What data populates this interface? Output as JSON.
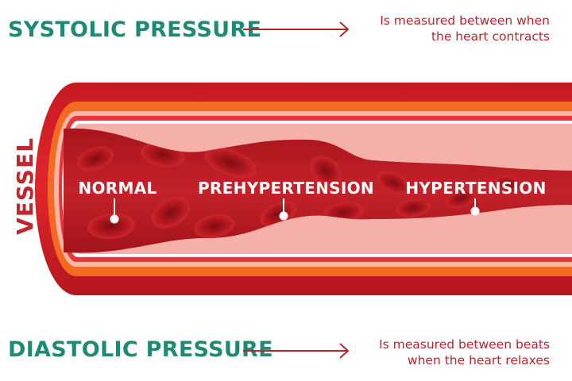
{
  "systolic": {
    "title": "SYSTOLIC PRESSURE",
    "description_line1": "Is measured between when",
    "description_line2": "the heart contracts"
  },
  "diastolic": {
    "title": "DIASTOLIC PRESSURE",
    "description_line1": "Is measured between beats",
    "description_line2": "when the heart relaxes"
  },
  "vessel": {
    "label": "VESSEL",
    "stages": [
      "NORMAL",
      "PREHYPERTENSION",
      "HYPERTENSION"
    ]
  },
  "colors": {
    "heading": "#1f8a73",
    "accent_red": "#b8262c",
    "vessel_outer": "#d61f26",
    "vessel_orange": "#f26b21",
    "lumen": "#f6b0aa",
    "blood": "#b81920"
  }
}
